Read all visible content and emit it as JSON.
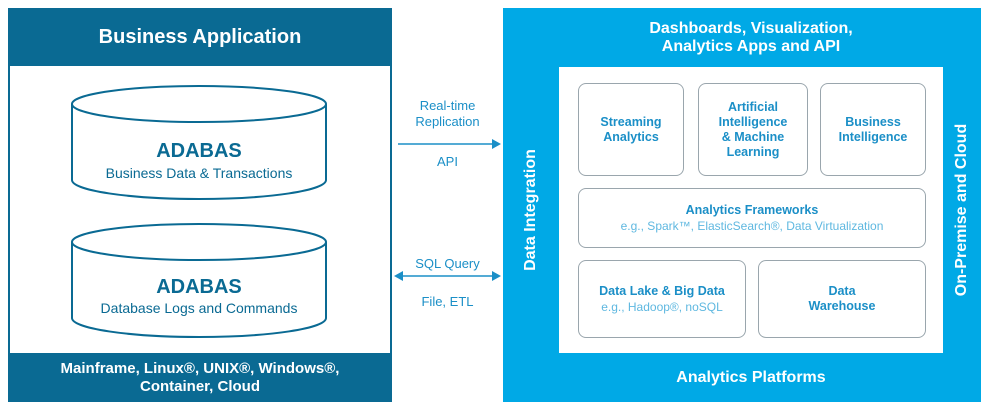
{
  "business_app": {
    "header": "Business Application",
    "databases": [
      {
        "title": "ADABAS",
        "subtitle": "Business Data & Transactions"
      },
      {
        "title": "ADABAS",
        "subtitle": "Database Logs and Commands"
      }
    ],
    "platforms_line1": "Mainframe, Linux®, UNIX®, Windows®,",
    "platforms_line2": "Container, Cloud"
  },
  "connections": {
    "top_line1": "Real-time",
    "top_line2": "Replication",
    "top_below": "API",
    "bottom_above": "SQL Query",
    "bottom_below": "File, ETL"
  },
  "analytics": {
    "top_line1": "Dashboards, Visualization,",
    "top_line2": "Analytics Apps and API",
    "bottom": "Analytics Platforms",
    "left_vertical": "Data Integration",
    "right_vertical": "On-Premise and Cloud",
    "boxes": {
      "streaming": {
        "line1": "Streaming",
        "line2": "Analytics"
      },
      "ai": {
        "line1": "Artificial",
        "line2": "Intelligence",
        "line3": "& Machine",
        "line4": "Learning"
      },
      "bi": {
        "line1": "Business",
        "line2": "Intelligence"
      },
      "frameworks": {
        "title": "Analytics Frameworks",
        "subtitle": "e.g., Spark™, ElasticSearch®, Data Virtualization"
      },
      "datalake": {
        "title": "Data Lake & Big Data",
        "subtitle": "e.g., Hadoop®, noSQL"
      },
      "warehouse": {
        "line1": "Data",
        "line2": "Warehouse"
      }
    }
  },
  "colors": {
    "dark_blue": "#0a6a93",
    "light_blue": "#00a9e6",
    "text_blue": "#1b8fc7"
  }
}
